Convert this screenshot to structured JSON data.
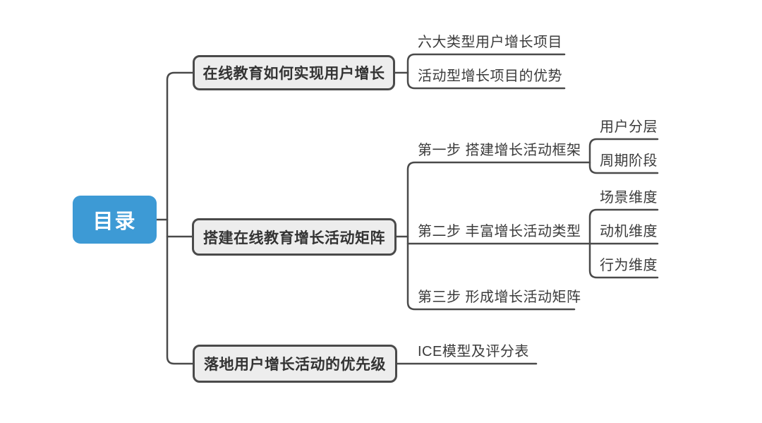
{
  "diagram": {
    "type": "mindmap",
    "colors": {
      "root_fill": "#3D9AD5",
      "root_text": "#FFFFFF",
      "topic_fill": "#EDEDED",
      "topic_border": "#4A4A4A",
      "line": "#4A4A4A",
      "text": "#3B3B3B"
    }
  },
  "root": {
    "label": "目录"
  },
  "branches": [
    {
      "label": "在线教育如何实现用户增长",
      "children": [
        {
          "label": "六大类型用户增长项目"
        },
        {
          "label": "活动型增长项目的优势"
        }
      ]
    },
    {
      "label": "搭建在线教育增长活动矩阵",
      "children": [
        {
          "label": "第一步 搭建增长活动框架",
          "children": [
            {
              "label": "用户分层"
            },
            {
              "label": "周期阶段"
            }
          ]
        },
        {
          "label": "第二步 丰富增长活动类型",
          "children": [
            {
              "label": "场景维度"
            },
            {
              "label": "动机维度"
            },
            {
              "label": "行为维度"
            }
          ]
        },
        {
          "label": "第三步 形成增长活动矩阵"
        }
      ]
    },
    {
      "label": "落地用户增长活动的优先级",
      "children": [
        {
          "label": "ICE模型及评分表"
        }
      ]
    }
  ]
}
